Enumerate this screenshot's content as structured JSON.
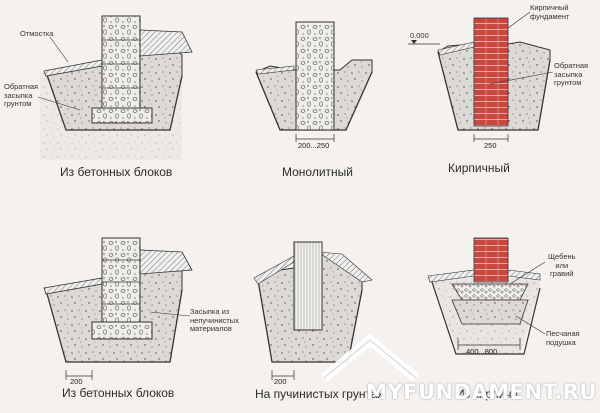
{
  "captions": {
    "d1": "Из бетонных блоков",
    "d2": "Монолитный",
    "d3": "Кирпичный",
    "d4": "Из бетонных блоков",
    "d5": "На пучинистых грунтах",
    "d6": "Из кирпича"
  },
  "labels": {
    "otmostka": "Отмостка",
    "backfill_left": [
      "Обратная",
      "засыпка",
      "грунтом"
    ],
    "brick_foundation": [
      "Кирпичный",
      "фундамент"
    ],
    "backfill_right": [
      "Обратная",
      "засыпка",
      "грунтом"
    ],
    "level_mark": "0.000",
    "nonheaving_fill": [
      "Засыпка из",
      "непучинистых",
      "материалов"
    ],
    "gravel": [
      "Щебень",
      "или",
      "гравий"
    ],
    "sand_cushion": [
      "Песчаная",
      "подушка"
    ]
  },
  "dimensions": {
    "monolith_width": "200...250",
    "brick_width": "250",
    "blocks_offset": "200",
    "heaving_offset": "200",
    "cushion_width": "400...800"
  },
  "watermark": "MYFUNDAMENT.RU",
  "colors": {
    "background": "#f4f1ee",
    "soil": "#dedbd8",
    "brick": "#c9473f",
    "mortar": "#e8a7a0",
    "outline": "#333333"
  }
}
